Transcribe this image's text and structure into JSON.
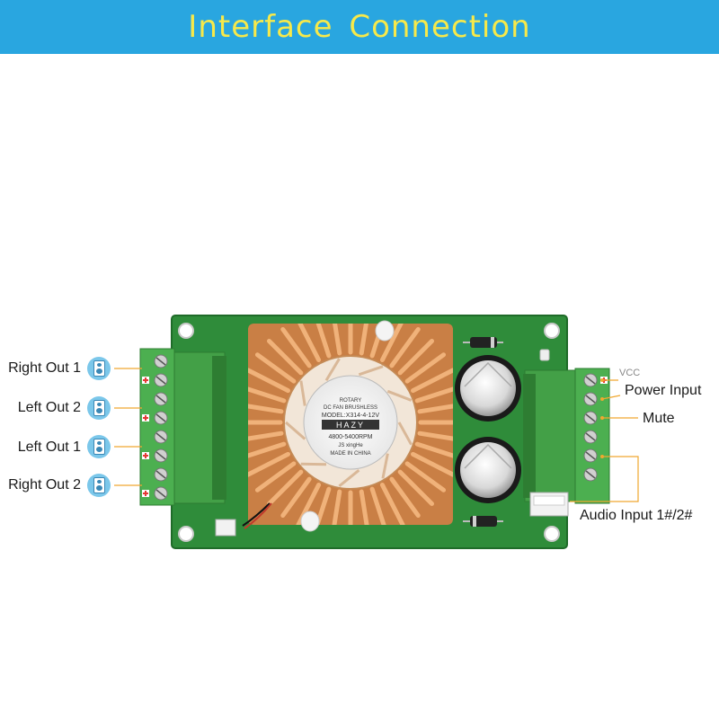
{
  "header": {
    "title": "Interface Connection"
  },
  "left_labels": [
    {
      "label": "Right Out 1",
      "icon": "speaker-icon"
    },
    {
      "label": "Left Out 2",
      "icon": "speaker-icon"
    },
    {
      "label": "Left Out 1",
      "icon": "speaker-icon"
    },
    {
      "label": "Right Out 2",
      "icon": "speaker-icon"
    }
  ],
  "right_labels": {
    "vcc": "VCC",
    "power": "Power Input",
    "mute": "Mute",
    "audio": "Audio Input 1#/2#"
  },
  "fan": {
    "line1": "ROTARY",
    "line2": "DC FAN BRUSHLESS",
    "line3": "MODEL:X314-4-12V",
    "brand": "HAZY",
    "rpm": "4800-5400RPM",
    "maker": "JS xingHe",
    "origin": "MADE IN CHINA"
  },
  "colors": {
    "banner": "#29a6e0",
    "banner_text": "#f7e94a",
    "pcb": "#2f8c3a",
    "heatsink": "#d9915a",
    "terminal": "#4caf50",
    "leader": "#f0a830"
  }
}
